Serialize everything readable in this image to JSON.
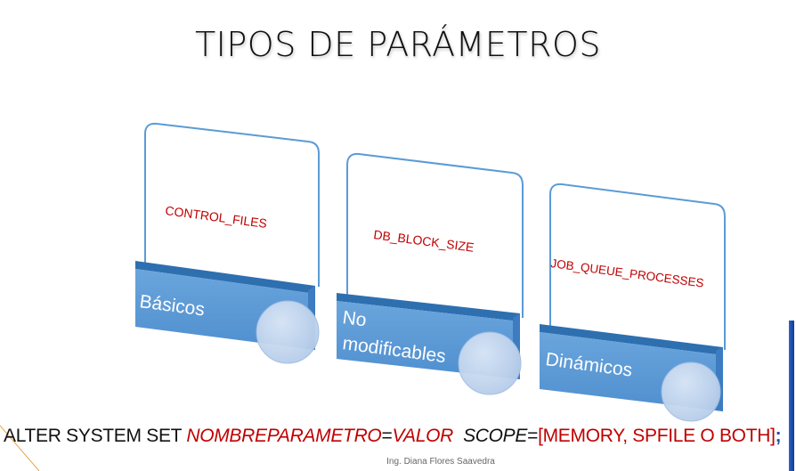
{
  "title": "TIPOS DE PARÁMETROS",
  "categories": [
    {
      "label": "Básicos",
      "example": "CONTROL_FILES"
    },
    {
      "label_line1": "No",
      "label_line2": "modificables",
      "example": "DB_BLOCK_SIZE"
    },
    {
      "label": "Dinámicos",
      "example": "JOB_QUEUE_PROCESSES"
    }
  ],
  "command": {
    "prefix": "ALTER SYSTEM SET ",
    "param": "NOMBREPARAMETRO",
    "eq1": "=",
    "value": "VALOR",
    "gap": "  ",
    "scope_kw": "SCOPE",
    "eq2": "=",
    "scope_options": "[MEMORY, SPFILE O BOTH]",
    "semicolon": ";"
  },
  "footer": "Ing. Diana Flores Saavedra",
  "colors": {
    "box_blue": "#5b9bd5",
    "box_blue_dark": "#2e6fb0",
    "card_border": "#5b9bd5",
    "example_red": "#c00000",
    "circle_fill": "#c6d7f0"
  }
}
